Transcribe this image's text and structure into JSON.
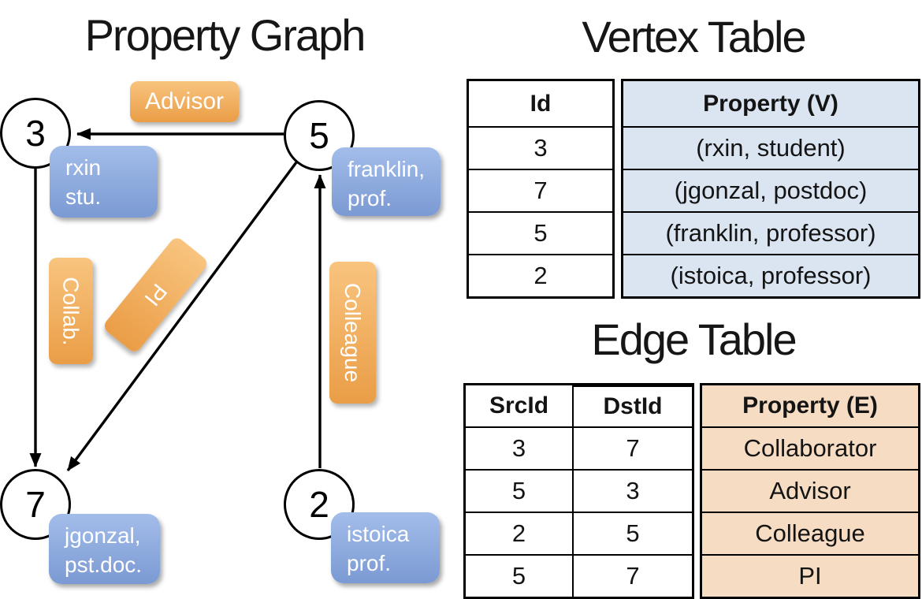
{
  "graph": {
    "title": "Property Graph",
    "nodes": [
      {
        "id": "3",
        "lines": [
          "rxin",
          "stu."
        ]
      },
      {
        "id": "5",
        "lines": [
          "franklin,",
          "prof."
        ]
      },
      {
        "id": "7",
        "lines": [
          "jgonzal,",
          "pst.doc."
        ]
      },
      {
        "id": "2",
        "lines": [
          "istoica",
          "prof."
        ]
      }
    ],
    "edges": [
      {
        "from": "5",
        "to": "3",
        "label": "Advisor"
      },
      {
        "from": "3",
        "to": "7",
        "label": "Collab."
      },
      {
        "from": "5",
        "to": "7",
        "label": "PI"
      },
      {
        "from": "2",
        "to": "5",
        "label": "Colleague"
      }
    ]
  },
  "vertex_table": {
    "title": "Vertex Table",
    "columns": [
      "Id",
      "Property (V)"
    ],
    "rows": [
      {
        "id": "3",
        "property": "(rxin, student)"
      },
      {
        "id": "7",
        "property": "(jgonzal, postdoc)"
      },
      {
        "id": "5",
        "property": "(franklin, professor)"
      },
      {
        "id": "2",
        "property": "(istoica, professor)"
      }
    ]
  },
  "edge_table": {
    "title": "Edge Table",
    "columns": [
      "SrcId",
      "DstId",
      "Property (E)"
    ],
    "rows": [
      {
        "src": "3",
        "dst": "7",
        "property": "Collaborator"
      },
      {
        "src": "5",
        "dst": "3",
        "property": "Advisor"
      },
      {
        "src": "2",
        "dst": "5",
        "property": "Colleague"
      },
      {
        "src": "5",
        "dst": "7",
        "property": "PI"
      }
    ]
  },
  "colors": {
    "vertex_property_bg": "#dbe5f1",
    "edge_property_bg": "#f6dcc2",
    "node_label_blue": "#7b9ad3",
    "edge_label_orange": "#ea9d46",
    "line_black": "#000000"
  }
}
